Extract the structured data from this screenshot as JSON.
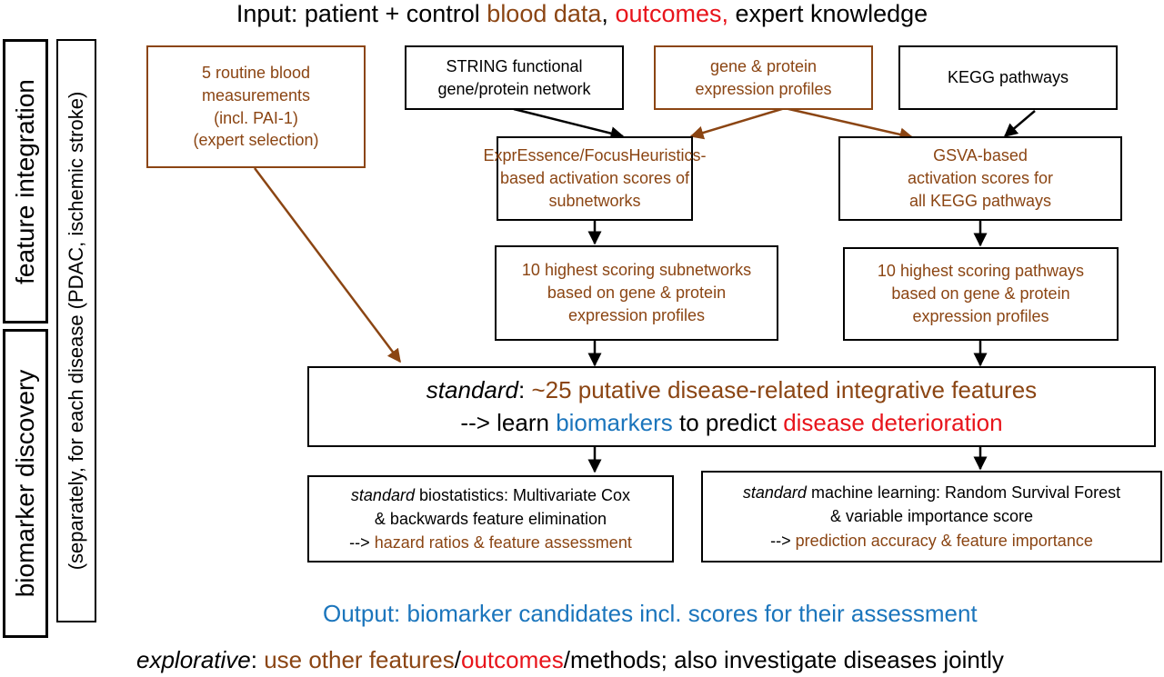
{
  "title": {
    "prefix": "Input: patient + control ",
    "blood": "blood data",
    "comma1": ", ",
    "outcomes": "outcomes,",
    "suffix": " expert knowledge"
  },
  "side": {
    "feature_integration": "feature integration",
    "biomarker_discovery": "biomarker discovery",
    "separately": "(separately, for each disease (PDAC, ischemic stroke)"
  },
  "boxes": {
    "blood": [
      "5 routine blood",
      "measurements",
      "(incl. PAI-1)",
      "(expert selection)"
    ],
    "string": [
      "STRING functional",
      "gene/protein network"
    ],
    "expr_profiles": [
      "gene & protein",
      "expression profiles"
    ],
    "kegg": [
      "KEGG pathways"
    ],
    "expressence": [
      "ExprEssence/FocusHeuristics-",
      "based activation scores of",
      "subnetworks"
    ],
    "gsva": [
      "GSVA-based",
      "activation scores for",
      "all KEGG pathways"
    ],
    "top_subnetworks": [
      "10 highest scoring subnetworks",
      "based on gene & protein",
      "expression profiles"
    ],
    "top_pathways": [
      "10 highest scoring pathways",
      "based on gene & protein",
      "expression profiles"
    ]
  },
  "standard_box": {
    "italic": "standard",
    "colon": ": ",
    "features": "~25 putative disease-related integrative features",
    "arrow": "--> learn ",
    "biomarkers": "biomarkers",
    "to_predict": " to predict ",
    "deterioration": "disease deterioration"
  },
  "cox_box": {
    "italic": "standard",
    "rest1": " biostatistics: Multivariate Cox",
    "line2": "& backwards feature elimination",
    "arrow": "--> ",
    "result": "hazard ratios & feature assessment"
  },
  "rsf_box": {
    "italic": "standard",
    "rest1": " machine learning: Random Survival Forest",
    "line2": "& variable importance score",
    "arrow": "--> ",
    "result": "prediction accuracy & feature importance"
  },
  "output": "Output: biomarker candidates incl. scores for their assessment",
  "explorative": {
    "italic": "explorative",
    "colon": ": ",
    "use_other": "use other features",
    "slash1": "/",
    "outcomes": "outcomes",
    "rest": "/methods; also investigate diseases jointly"
  },
  "colors": {
    "brown": "#8B4513",
    "red": "#E8141B",
    "blue": "#1B75BC"
  }
}
